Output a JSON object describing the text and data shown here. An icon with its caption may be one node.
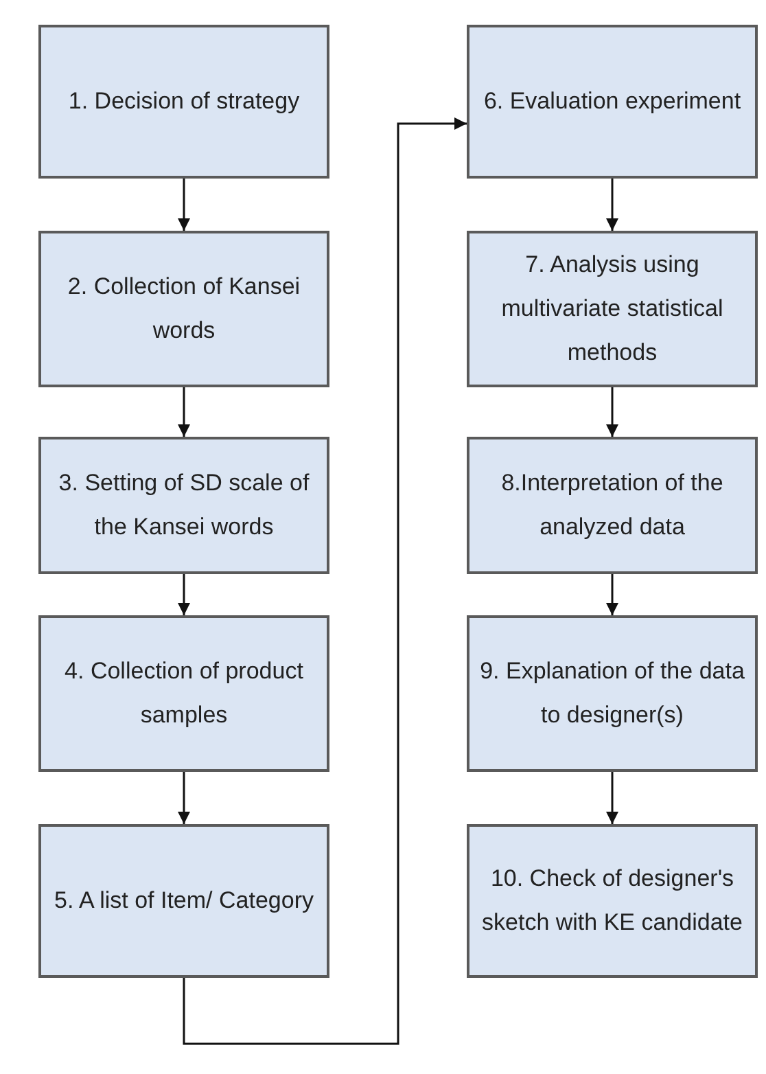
{
  "diagram": {
    "nodes": [
      {
        "text": [
          "1. Decision of strategy"
        ]
      },
      {
        "text": [
          "2. Collection of Kansei words"
        ]
      },
      {
        "text": [
          "3. Setting of SD scale of the Kansei words"
        ]
      },
      {
        "text": [
          "4. Collection of product samples"
        ]
      },
      {
        "text": [
          "5. A list of Item/ Category"
        ]
      },
      {
        "text": [
          "6. Evaluation experiment"
        ]
      },
      {
        "text": [
          "7. Analysis using multivariate statistical methods"
        ]
      },
      {
        "text": [
          "8.Interpretation of the analyzed data"
        ]
      },
      {
        "text": [
          "9. Explanation of the data to designer(s)"
        ]
      },
      {
        "text": [
          "10. Check of designer's sketch with KE candidate"
        ]
      }
    ],
    "edges": [
      {
        "from": 0,
        "to": 1,
        "arrow": "to"
      },
      {
        "from": 1,
        "to": 2,
        "arrow": "to"
      },
      {
        "from": 2,
        "to": 3,
        "arrow": "to"
      },
      {
        "from": 3,
        "to": 4,
        "arrow": "to"
      },
      {
        "from": 4,
        "to": 5,
        "arrow": "to"
      },
      {
        "from": 5,
        "to": 6,
        "arrow": "to"
      },
      {
        "from": 6,
        "to": 7,
        "arrow": "to"
      },
      {
        "from": 7,
        "to": 8,
        "arrow": "to"
      },
      {
        "from": 8,
        "to": 9,
        "arrow": "to"
      }
    ]
  }
}
